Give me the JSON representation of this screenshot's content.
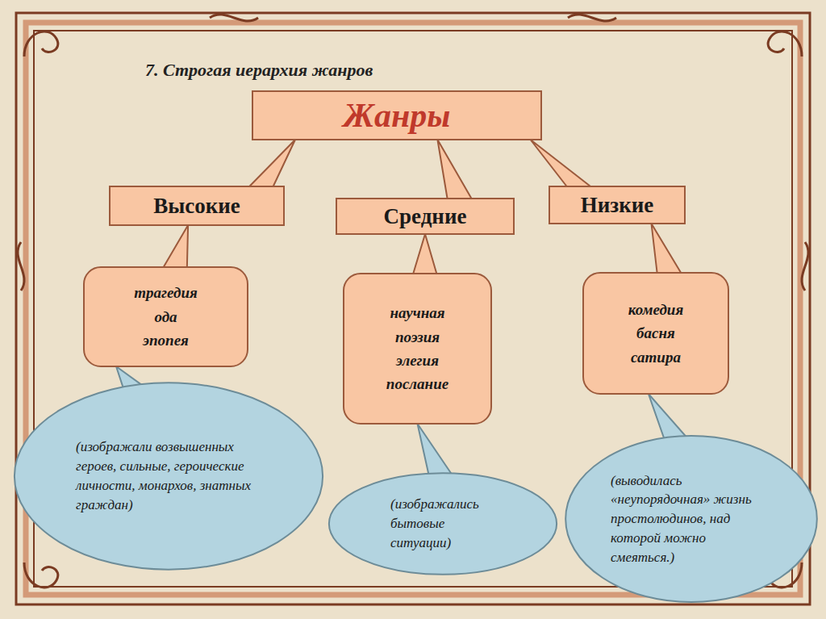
{
  "diagram": {
    "title": "7. Строгая иерархия жанров",
    "nodes": [
      {
        "text": [
          "Жанры"
        ]
      },
      {
        "text": [
          "Высокие"
        ]
      },
      {
        "text": [
          "Средние"
        ]
      },
      {
        "text": [
          "Низкие"
        ]
      },
      {
        "text": [
          "трагедия ода эпопея"
        ]
      },
      {
        "text": [
          "научная поэзия элегия послание"
        ]
      },
      {
        "text": [
          "комедия басня сатира"
        ]
      },
      {
        "text": [
          "(изображали возвышенных героев, сильные, героические личности, монархов, знатных граждан)"
        ]
      },
      {
        "text": [
          "(изображались бытовые ситуации)"
        ]
      },
      {
        "text": [
          "(выводилась «неупорядочная» жизнь простолюдинов, над которой можно смеяться.)"
        ]
      }
    ],
    "edges": [
      {
        "from": 0,
        "to": 1,
        "arrow": "none"
      },
      {
        "from": 0,
        "to": 2,
        "arrow": "none"
      },
      {
        "from": 0,
        "to": 3,
        "arrow": "none"
      },
      {
        "from": 1,
        "to": 4,
        "arrow": "none"
      },
      {
        "from": 2,
        "to": 5,
        "arrow": "none"
      },
      {
        "from": 3,
        "to": 6,
        "arrow": "none"
      },
      {
        "from": 4,
        "to": 7,
        "arrow": "none"
      },
      {
        "from": 5,
        "to": 8,
        "arrow": "none"
      },
      {
        "from": 6,
        "to": 9,
        "arrow": "none"
      }
    ]
  }
}
